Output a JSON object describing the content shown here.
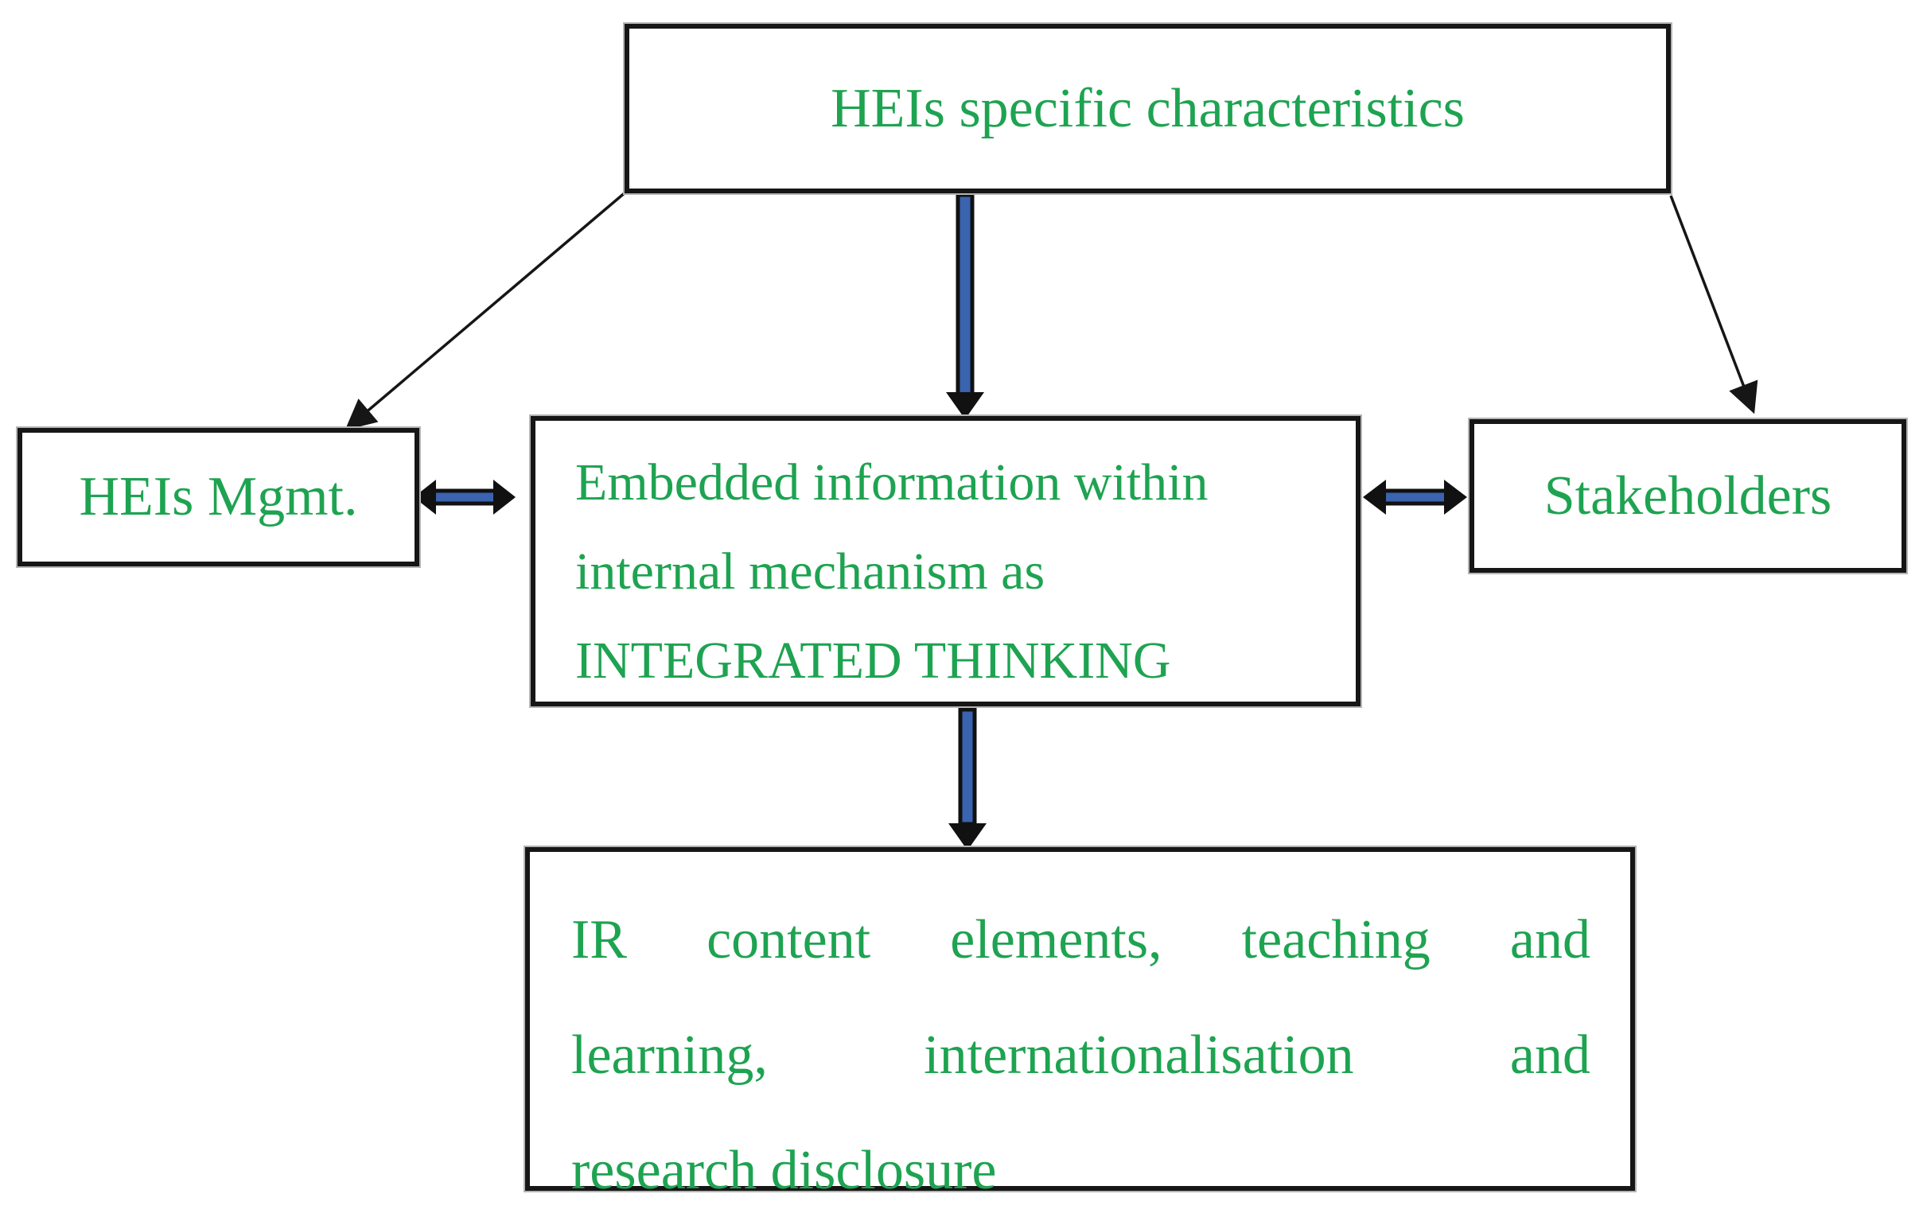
{
  "figure": {
    "type": "flow-diagram",
    "background": "#ffffff"
  },
  "colors": {
    "text_green": "#1ea351",
    "arrow_blue": "#3a63b0",
    "line_black": "#161616",
    "box_fill": "#ffffff"
  },
  "boxes": {
    "top": {
      "label": "HEIs specific characteristics"
    },
    "mgmt": {
      "label": "HEIs Mgmt."
    },
    "center": {
      "line1": "Embedded information within",
      "line2": "internal mechanism as",
      "line3": "INTEGRATED THINKING"
    },
    "stakeholders": {
      "label": "Stakeholders"
    },
    "bottom": {
      "line1": [
        "IR",
        "content",
        "elements,",
        "teaching",
        "and"
      ],
      "line2": [
        "learning,",
        "internationalisation",
        "and"
      ],
      "line3": "research disclosure"
    }
  },
  "arrows": {
    "top_to_center": "thick blue down arrow",
    "center_to_bottom": "thick blue down arrow",
    "mgmt_center": "thick blue double-headed arrow",
    "center_stakeholders": "thick blue double-headed arrow",
    "top_to_mgmt": "thin black diagonal arrow",
    "top_to_stakeholders": "thin black diagonal arrow"
  }
}
